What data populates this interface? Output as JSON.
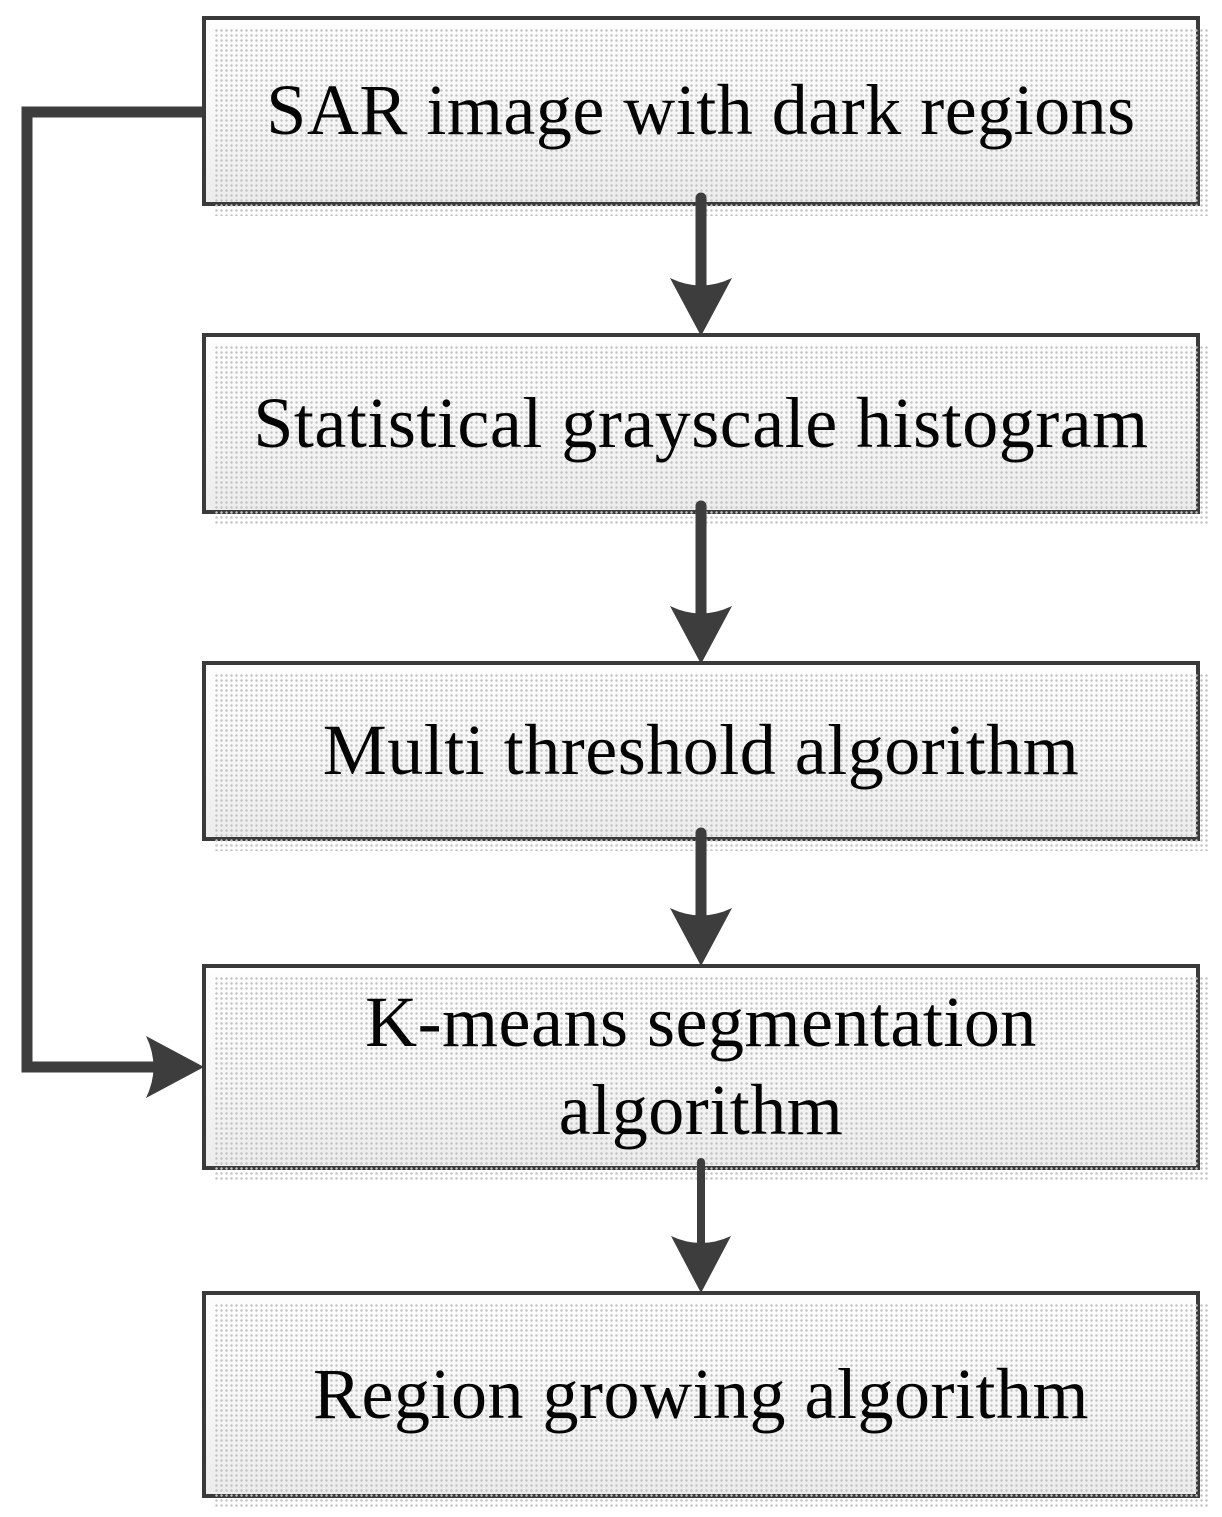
{
  "diagram": {
    "type": "flowchart",
    "nodes": [
      {
        "id": "sar-image",
        "label": "SAR image with dark regions"
      },
      {
        "id": "histogram",
        "label": "Statistical grayscale histogram"
      },
      {
        "id": "multi-threshold",
        "label": "Multi threshold algorithm"
      },
      {
        "id": "kmeans",
        "label": "K-means segmentation algorithm",
        "lines": [
          "K-means segmentation",
          "algorithm"
        ]
      },
      {
        "id": "region-growing",
        "label": "Region growing algorithm"
      }
    ],
    "edges": [
      {
        "from": "sar-image",
        "to": "histogram",
        "style": "straight-down-arrow"
      },
      {
        "from": "histogram",
        "to": "multi-threshold",
        "style": "straight-down-arrow"
      },
      {
        "from": "multi-threshold",
        "to": "kmeans",
        "style": "straight-down-arrow"
      },
      {
        "from": "kmeans",
        "to": "region-growing",
        "style": "straight-down-arrow"
      },
      {
        "from": "sar-image",
        "to": "kmeans",
        "style": "left-elbow-bypass-arrow"
      }
    ],
    "colors": {
      "line": "#3d3d3d",
      "node_border": "#3a3a3a",
      "node_fill_top": "#fdfdfd",
      "node_fill_bottom": "#ececec",
      "text": "#050505",
      "shadow_dots": "#c2c2c2",
      "background": "#ffffff"
    }
  }
}
